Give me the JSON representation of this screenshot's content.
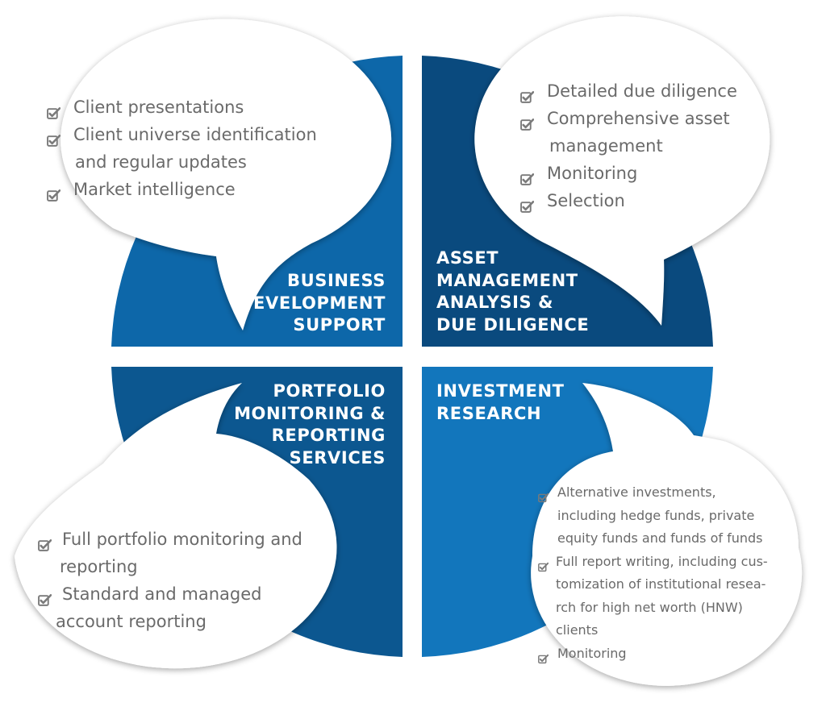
{
  "colors": {
    "bdsupport": "#0d67a9",
    "assetmgmt": "#0a4a7e",
    "portfolio": "#0c5790",
    "research": "#1276bc",
    "bubble_text": "#6a6a6a",
    "bubble_fill": "#ffffff",
    "check_icon": "#7a7a7a"
  },
  "quadrants": {
    "business_development": {
      "title_lines": [
        "BUSINESS",
        "DEVELOPMENT",
        "SUPPORT"
      ],
      "items": [
        {
          "lines": [
            "Client presentations"
          ]
        },
        {
          "lines": [
            "Client universe identification",
            "and regular updates"
          ]
        },
        {
          "lines": [
            "Market intelligence"
          ]
        }
      ]
    },
    "asset_management": {
      "title_lines": [
        "ASSET",
        "MANAGEMENT",
        "ANALYSIS &",
        "DUE DILIGENCE"
      ],
      "items": [
        {
          "lines": [
            "Detailed due diligence"
          ]
        },
        {
          "lines": [
            "Comprehensive asset",
            "management"
          ]
        },
        {
          "lines": [
            "Monitoring"
          ]
        },
        {
          "lines": [
            "Selection"
          ]
        }
      ]
    },
    "portfolio_monitoring": {
      "title_lines": [
        "PORTFOLIO",
        "MONITORING &",
        "REPORTING",
        "SERVICES"
      ],
      "items": [
        {
          "lines": [
            "Full portfolio monitoring and",
            "reporting"
          ]
        },
        {
          "lines": [
            "Standard and managed",
            "account reporting"
          ]
        }
      ]
    },
    "investment_research": {
      "title_lines": [
        "INVESTMENT",
        "RESEARCH"
      ],
      "items": [
        {
          "lines": [
            "Alternative investments,",
            "including hedge funds, private",
            "equity funds and funds of funds"
          ]
        },
        {
          "lines": [
            "Full report writing, including cus-",
            "tomization of institutional resea-",
            "rch for high net worth (HNW)",
            "clients"
          ]
        },
        {
          "lines": [
            "Monitoring"
          ]
        }
      ]
    }
  }
}
